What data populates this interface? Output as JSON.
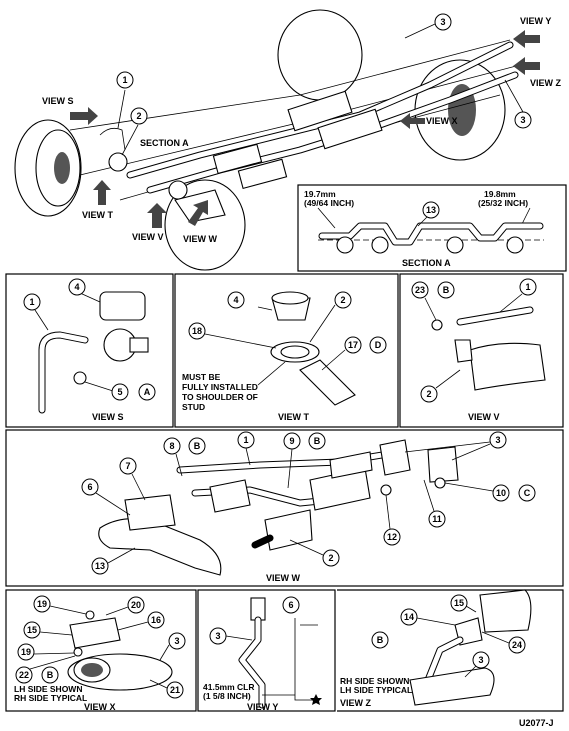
{
  "top": {
    "views": {
      "s": "VIEW S",
      "t": "VIEW T",
      "v": "VIEW V",
      "w": "VIEW W",
      "x": "VIEW X",
      "y": "VIEW Y",
      "z": "VIEW Z"
    },
    "section_a": "SECTION A",
    "callouts": {
      "c1": "1",
      "c2": "2",
      "c3a": "3",
      "c3b": "3"
    }
  },
  "section_a_panel": {
    "left_dim_mm": "19.7mm",
    "left_dim_in": "(49/64 INCH)",
    "right_dim_mm": "19.8mm",
    "right_dim_in": "(25/32 INCH)",
    "callout": "13",
    "title": "SECTION A"
  },
  "view_s": {
    "title": "VIEW S",
    "c1": "1",
    "c4": "4",
    "c5": "5",
    "cA": "A"
  },
  "view_t": {
    "title": "VIEW T",
    "note1": "MUST BE",
    "note2": "FULLY INSTALLED",
    "note3": "TO SHOULDER OF",
    "note4": "STUD",
    "c4": "4",
    "c2": "2",
    "c18": "18",
    "c17": "17",
    "cD": "D"
  },
  "view_v": {
    "title": "VIEW V",
    "c23": "23",
    "cB": "B",
    "c1": "1",
    "c2": "2"
  },
  "view_w": {
    "title": "VIEW W",
    "c8": "8",
    "cB1": "B",
    "c1": "1",
    "c9": "9",
    "cB2": "B",
    "c3": "3",
    "c7": "7",
    "c6": "6",
    "c10": "10",
    "cC": "C",
    "c11": "11",
    "c12": "12",
    "c13": "13",
    "c2": "2"
  },
  "view_x": {
    "c19a": "19",
    "c20": "20",
    "c15": "15",
    "c16": "16",
    "c3": "3",
    "c19b": "19",
    "c21": "21",
    "c22": "22",
    "cB": "B",
    "note1": "LH SIDE SHOWN",
    "note2": "RH SIDE TYPICAL",
    "title": "VIEW X"
  },
  "view_y": {
    "c6": "6",
    "c3": "3",
    "dim1": "41.5mm CLR",
    "dim2": "(1 5/8 INCH)",
    "title": "VIEW Y"
  },
  "view_z": {
    "c15": "15",
    "c14": "14",
    "c24": "24",
    "cB": "B",
    "c3": "3",
    "note1": "RH SIDE SHOWN",
    "note2": "LH SIDE TYPICAL",
    "title": "VIEW Z"
  },
  "figure_id": "U2077-J"
}
